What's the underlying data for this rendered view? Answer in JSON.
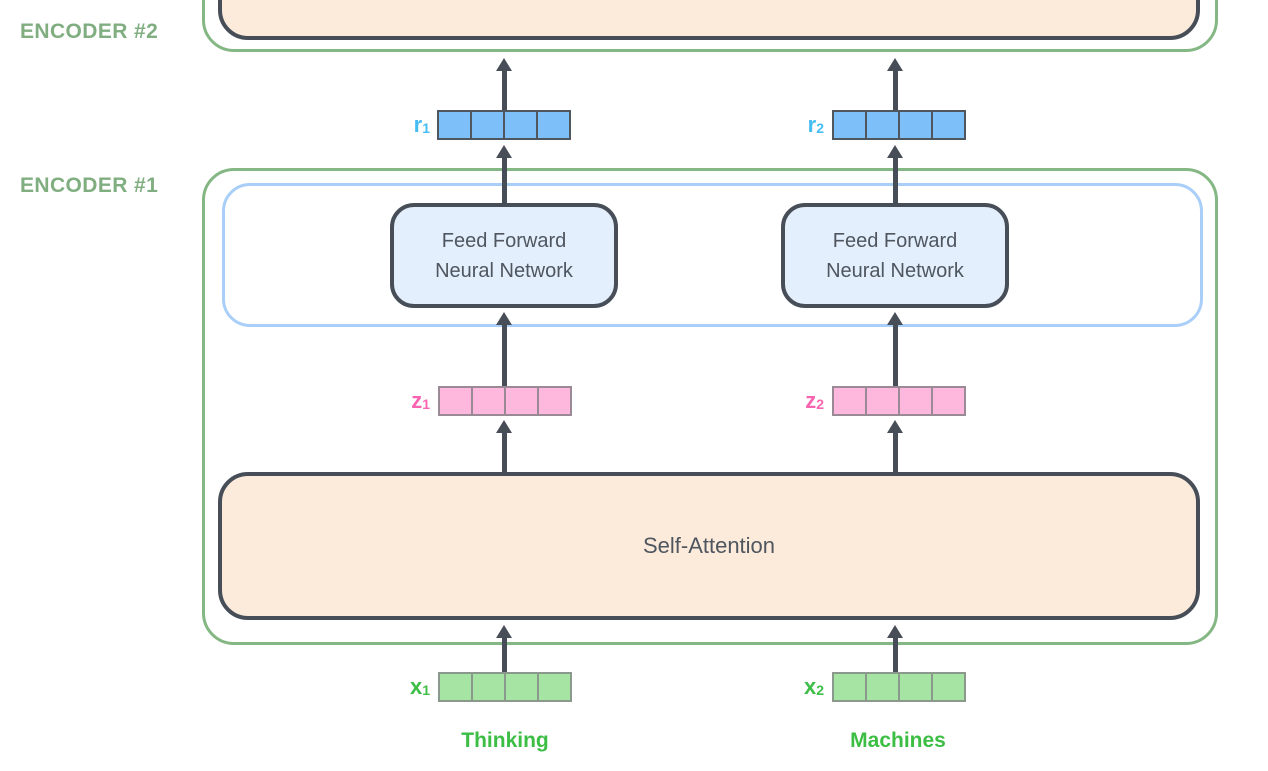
{
  "colors": {
    "dark-stroke": "#474E58",
    "green-border": "#84B784",
    "encoder-label": "#81AE81",
    "blue-rect-border": "#A9CFF8",
    "ffnn-fill": "#E3EFFC",
    "peach-fill": "#FCEBDA",
    "r-cell": "#7DBFF9",
    "r-cell-border": "#4F565E",
    "z-cell": "#FEB8DD",
    "z-cell-border": "#9A8A95",
    "x-cell": "#A6E4A3",
    "x-cell-border": "#8A998C",
    "r-label": "#45BDF2",
    "z-label": "#F964B1",
    "x-label": "#3DBE46",
    "word-green": "#3CBE44",
    "block-text": "#4F565F"
  },
  "encoders": {
    "encoder2": {
      "label": "ENCODER #2"
    },
    "encoder1": {
      "label": "ENCODER #1"
    }
  },
  "blocks": {
    "self_attention_enc2": {
      "label": ""
    },
    "self_attention": {
      "label": "Self-Attention"
    },
    "feed_forward_1": {
      "line1": "Feed Forward",
      "line2": "Neural Network"
    },
    "feed_forward_2": {
      "line1": "Feed Forward",
      "line2": "Neural Network"
    }
  },
  "vectors": {
    "r1": {
      "base": "r",
      "sub": "1",
      "cells": 4
    },
    "r2": {
      "base": "r",
      "sub": "2",
      "cells": 4
    },
    "z1": {
      "base": "z",
      "sub": "1",
      "cells": 4
    },
    "z2": {
      "base": "z",
      "sub": "2",
      "cells": 4
    },
    "x1": {
      "base": "x",
      "sub": "1",
      "cells": 4
    },
    "x2": {
      "base": "x",
      "sub": "2",
      "cells": 4
    }
  },
  "words": {
    "word1": "Thinking",
    "word2": "Machines"
  }
}
